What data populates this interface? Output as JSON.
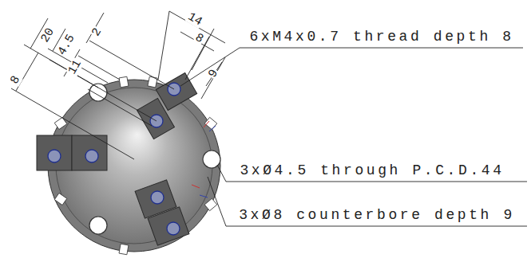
{
  "diagram": {
    "labels": [
      "8",
      "20",
      "4.5",
      "11",
      "2",
      "14",
      "8",
      "9",
      "6xM4x0.7 thread depth 8",
      "3xØ4.5 through P.C.D.44",
      "3xØ8 counterbore depth 9"
    ]
  }
}
